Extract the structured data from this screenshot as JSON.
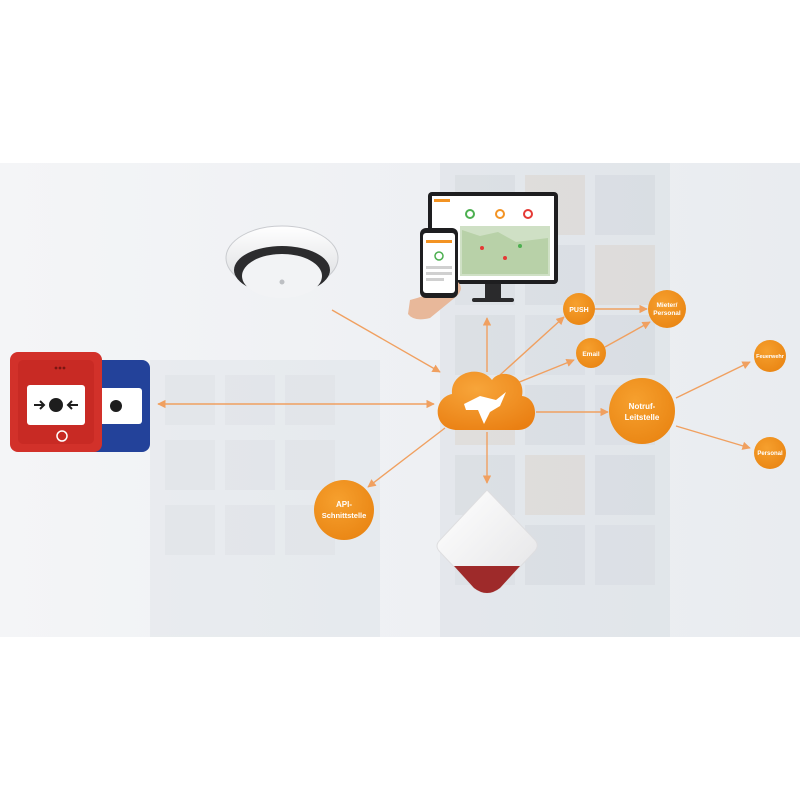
{
  "diagram": {
    "nodes": {
      "push": {
        "label": "PUSH"
      },
      "email": {
        "label": "Email"
      },
      "mieter": {
        "line1": "Mieter/",
        "line2": "Personal"
      },
      "notruf": {
        "line1": "Notruf-",
        "line2": "Leitstelle"
      },
      "feuerwehr": {
        "label": "Feuerwehr"
      },
      "personal": {
        "label": "Personal"
      },
      "api": {
        "line1": "API-",
        "line2": "Schnittstelle"
      }
    },
    "colors": {
      "accent": "#f39323",
      "accent_dark": "#e8801a",
      "arrow": "#f0a060",
      "button_red": "#d2312a",
      "button_blue": "#23429a",
      "siren_red": "#9e2a2a"
    },
    "icons": [
      "cloud-icon",
      "fox-logo-icon",
      "smoke-detector-icon",
      "manual-call-point-icon",
      "siren-icon",
      "laptop-icon",
      "smartphone-icon"
    ]
  }
}
